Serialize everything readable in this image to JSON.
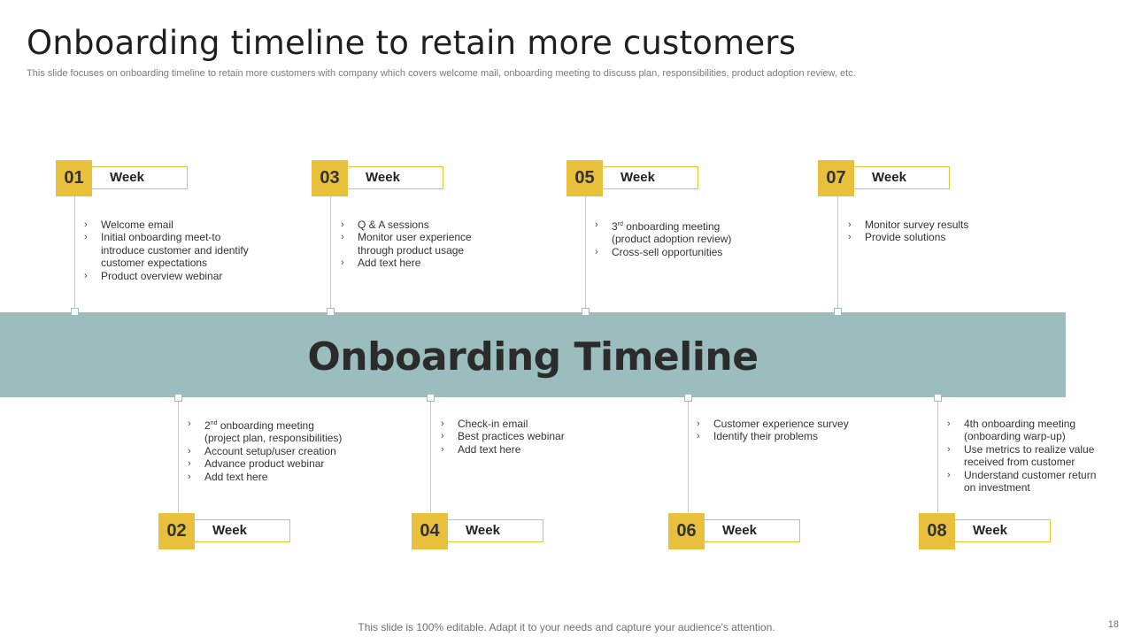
{
  "title": "Onboarding timeline to retain more customers",
  "subtitle": "This slide focuses on onboarding timeline to retain more customers with company which covers welcome mail, onboarding meeting to discuss plan, responsibilities, product adoption review, etc.",
  "band_title": "Onboarding Timeline",
  "footer": "This slide is 100% editable. Adapt it to your needs and capture your audience's attention.",
  "page_number": "18",
  "colors": {
    "accent": "#e8c03b",
    "band": "#9bbdbd"
  },
  "steps": [
    {
      "num": "01",
      "label": "Week",
      "items": [
        {
          "pre": "Welcome email"
        },
        {
          "pre": "Initial onboarding meet-to",
          "lines": [
            "introduce customer and identify",
            "customer expectations"
          ]
        },
        {
          "pre": "Product overview webinar"
        }
      ]
    },
    {
      "num": "02",
      "label": "Week",
      "items": [
        {
          "pre": "2",
          "sup": "nd",
          "post": " onboarding meeting",
          "lines": [
            "(project plan, responsibilities)"
          ]
        },
        {
          "pre": "Account setup/user creation"
        },
        {
          "pre": "Advance product webinar"
        },
        {
          "pre": "Add text here"
        }
      ]
    },
    {
      "num": "03",
      "label": "Week",
      "items": [
        {
          "pre": "Q & A sessions"
        },
        {
          "pre": "Monitor user experience",
          "lines": [
            "through product usage"
          ]
        },
        {
          "pre": "Add text here"
        }
      ]
    },
    {
      "num": "04",
      "label": "Week",
      "items": [
        {
          "pre": "Check-in email"
        },
        {
          "pre": "Best practices webinar"
        },
        {
          "pre": "Add text here"
        }
      ]
    },
    {
      "num": "05",
      "label": "Week",
      "items": [
        {
          "pre": "3",
          "sup": "rd",
          "post": " onboarding meeting",
          "lines": [
            "(product adoption review)"
          ]
        },
        {
          "pre": "Cross-sell opportunities"
        }
      ]
    },
    {
      "num": "06",
      "label": "Week",
      "items": [
        {
          "pre": "Customer experience survey"
        },
        {
          "pre": "Identify their problems"
        }
      ]
    },
    {
      "num": "07",
      "label": "Week",
      "items": [
        {
          "pre": "Monitor survey results"
        },
        {
          "pre": "Provide solutions"
        }
      ]
    },
    {
      "num": "08",
      "label": "Week",
      "items": [
        {
          "pre": "4th onboarding meeting",
          "lines": [
            "(onboarding warp-up)"
          ]
        },
        {
          "pre": "Use metrics to realize value",
          "lines": [
            "received from customer"
          ]
        },
        {
          "pre": "Understand customer return",
          "lines": [
            "on investment"
          ]
        }
      ]
    }
  ]
}
